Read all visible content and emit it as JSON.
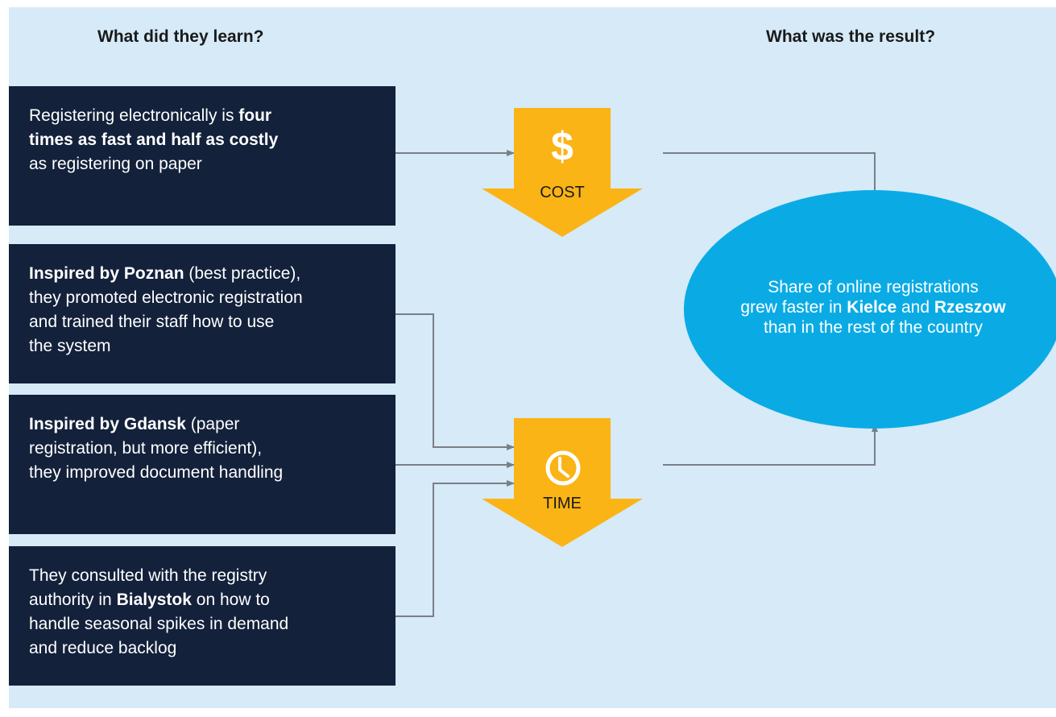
{
  "headings": {
    "left": "What did they learn?",
    "right": "What was the result?"
  },
  "lessons": [
    {
      "line1": "Registering electronically is ",
      "bold1": "four",
      "bold2": "times as fast and half as costly",
      "line3": "as registering on paper"
    },
    {
      "bold": "Inspired by Poznan",
      "rest1": " (best practice),",
      "line2": "they promoted electronic registration",
      "line3": "and trained their staff how to use",
      "line4": "the system"
    },
    {
      "bold": "Inspired by Gdansk",
      "rest1": " (paper",
      "line2": "registration, but more efficient),",
      "line3": "they improved document handling"
    },
    {
      "line1": "They consulted with the registry",
      "pre2": "authority in ",
      "bold": "Bialystok",
      "post2": " on how to",
      "line3": "handle seasonal spikes in demand",
      "line4": "and reduce backlog"
    }
  ],
  "factors": {
    "cost": {
      "symbol": "$",
      "label": "COST",
      "icon": "dollar-icon"
    },
    "time": {
      "label": "TIME",
      "icon": "clock-icon"
    }
  },
  "result": {
    "line1": "Share of online registrations",
    "pre2": "grew faster in ",
    "bold1": "Kielce",
    "mid2": " and ",
    "bold2": "Rzeszow",
    "line3": "than in the rest of the country"
  },
  "colors": {
    "background": "#d6eaf8",
    "box": "#13213b",
    "factor": "#fbb415",
    "result": "#0aabe5",
    "connector": "#7a7f86"
  }
}
